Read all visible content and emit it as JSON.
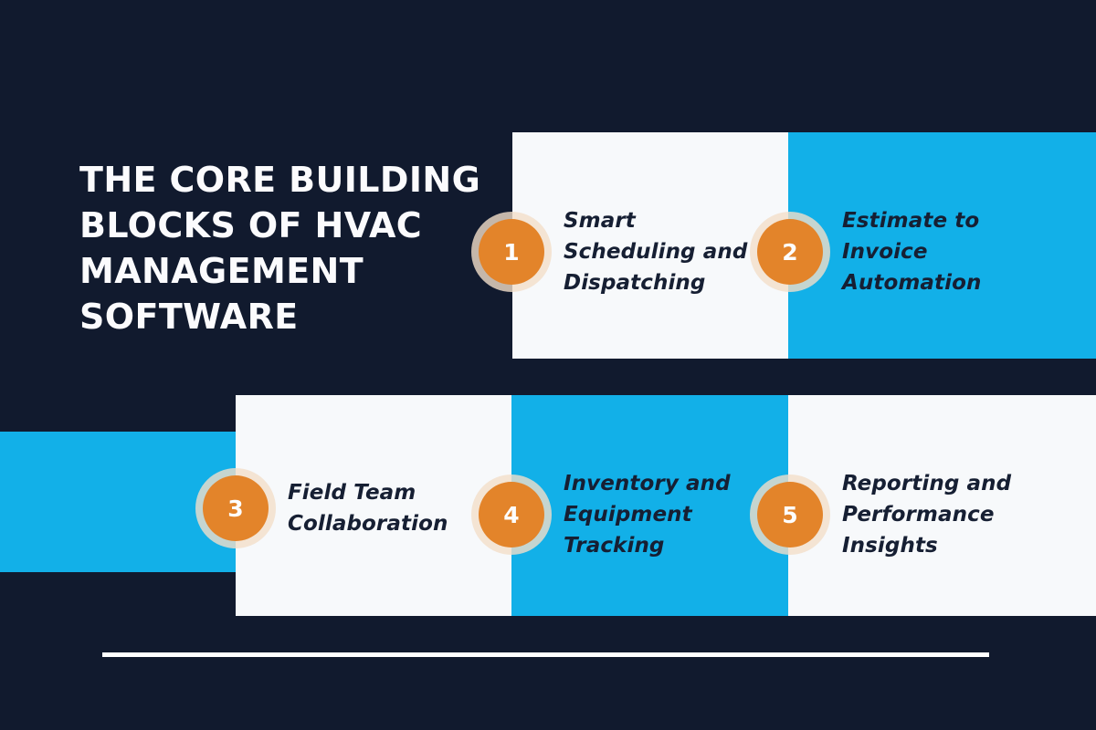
{
  "theme": {
    "background": "#111a2e",
    "panel_white": "#f7f9fb",
    "panel_blue": "#12b0e8",
    "badge_orange": "#e3842a",
    "badge_ring": "#f3dfc9",
    "title_color": "#fbfbfd",
    "label_color": "#161f33",
    "divider_color": "#ffffff"
  },
  "title": "The Core Building\nBlocks of HVAC\nManagement\nSoftware",
  "cards": [
    {
      "number": "1",
      "label": "Smart\nScheduling and\nDispatching"
    },
    {
      "number": "2",
      "label": "Estimate to\nInvoice\nAutomation"
    },
    {
      "number": "3",
      "label": "Field Team\nCollaboration"
    },
    {
      "number": "4",
      "label": "Inventory and\nEquipment\nTracking"
    },
    {
      "number": "5",
      "label": "Reporting and\nPerformance\nInsights"
    }
  ]
}
